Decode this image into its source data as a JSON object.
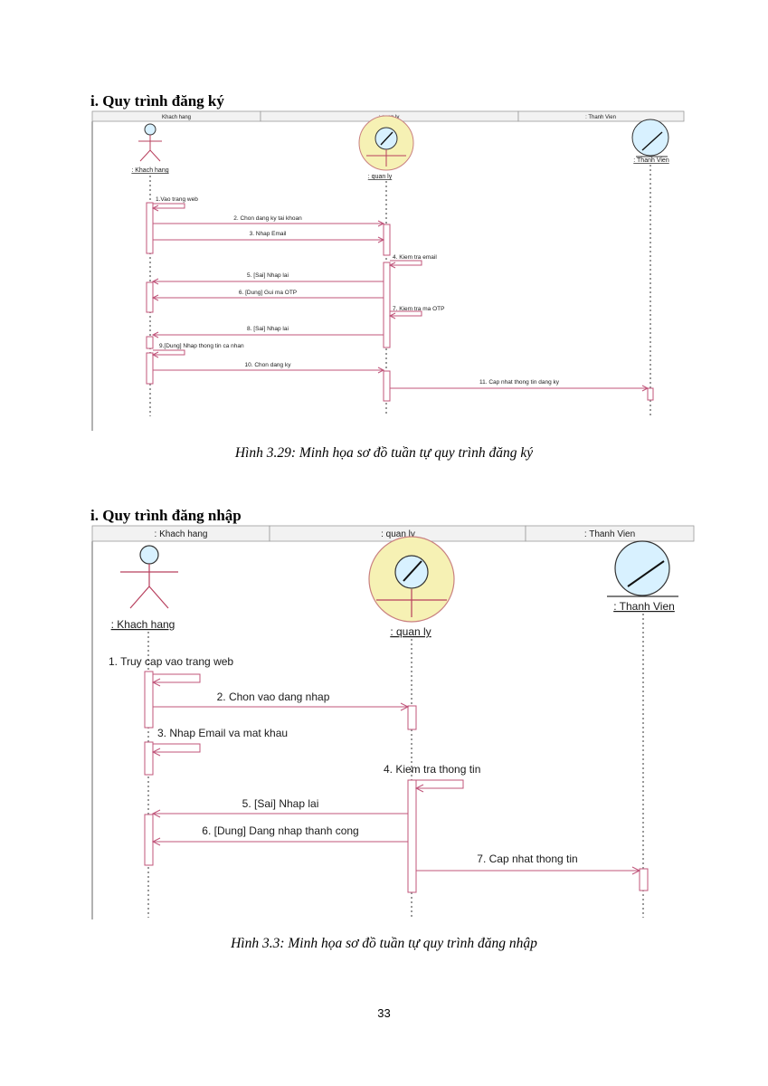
{
  "section1": {
    "heading": "i. Quy trình đăng ký",
    "tabs": [
      "Khach hang",
      ": quan ly",
      ": Thanh Vien"
    ],
    "actors": [
      {
        "label": ": Khach hang",
        "icon": "stick-figure-actor-icon"
      },
      {
        "label": ": quan ly",
        "icon": "control-object-icon"
      },
      {
        "label": ": Thanh Vien",
        "icon": "entity-object-icon"
      }
    ],
    "messages": [
      "1.Vao trang web",
      "2. Chon dang ky tai khoan",
      "3. Nhap Email",
      "4. Kiem tra email",
      "5. [Sai] Nhap lai",
      "6. [Dung] Gui ma OTP",
      "7. Kiem tra ma OTP",
      "8. [Sai] Nhap lai",
      "9.[Dung] Nhap thong tin ca nhan",
      "10. Chon dang ky",
      "11. Cap nhat thong tin dang ky"
    ],
    "caption": "Hình 3.29: Minh họa sơ đồ tuần tự quy trình đăng ký"
  },
  "section2": {
    "heading": "i. Quy trình đăng nhập",
    "tabs": [
      ": Khach hang",
      ": quan ly",
      ": Thanh Vien"
    ],
    "actors": [
      {
        "label": ": Khach hang",
        "icon": "stick-figure-actor-icon"
      },
      {
        "label": ": quan ly",
        "icon": "control-object-icon"
      },
      {
        "label": ": Thanh Vien",
        "icon": "entity-object-icon"
      }
    ],
    "messages": [
      "1. Truy cap vao trang web",
      "2. Chon vao dang nhap",
      "3. Nhap Email va mat khau",
      "4. Kiem tra thong tin",
      "5. [Sai] Nhap lai",
      "6. [Dung] Dang nhap thanh cong",
      "7. Cap nhat thong tin"
    ],
    "caption": "Hình 3.3: Minh họa sơ đồ tuần tự quy trình đăng nhập"
  },
  "page_number": "33",
  "colors": {
    "message_line": "#c0557a",
    "object_fill": "#f6f1b4",
    "object_stroke": "#b8405e",
    "entity_fill": "#d8f1ff"
  }
}
